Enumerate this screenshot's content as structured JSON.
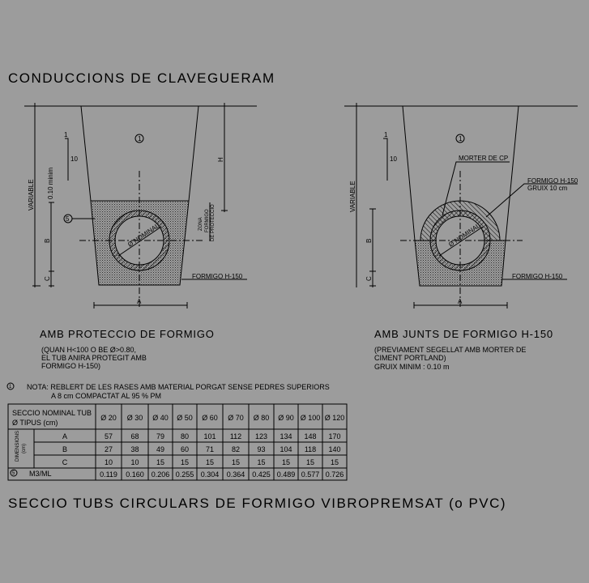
{
  "title": "CONDUCCIONS DE CLAVEGUERAM",
  "footer_title": "SECCIO TUBS CIRCULARS DE FORMIGO VIBROPREMSAT (o PVC)",
  "left_detail": {
    "heading": "AMB PROTECCIO DE FORMIGO",
    "notes": [
      "(QUAN H<100 O BE  Ø>0.80,",
      "EL TUB ANIRA PROTEGIT AMB",
      "FORMIGO H-150)"
    ],
    "labels": {
      "variable": "VARIABLE",
      "min": "0.10 minim",
      "slope_1": "1",
      "slope_10": "10",
      "fill_mark": "1",
      "concrete_mark": "5",
      "h": "H",
      "b": "B",
      "c": "C",
      "a": "A",
      "diameter": "Ø NOMINAL",
      "zone_1": "ZONA",
      "zone_2": "FORMIGO",
      "zone_3": "DE PROTECCIO",
      "concrete": "FORMIGO H-150"
    }
  },
  "right_detail": {
    "heading": "AMB JUNTS DE FORMIGO H-150",
    "notes": [
      "(PREVIAMENT SEGELLAT AMB MORTER DE",
      "CIMENT PORTLAND)",
      "GRUIX MINIM : 0.10 m"
    ],
    "labels": {
      "variable": "VARIABLE",
      "slope_1": "1",
      "slope_10": "10",
      "fill_mark": "1",
      "mortar": "MORTER DE CP",
      "joint_1": "FORMIGO H-150",
      "joint_2": "GRUIX 10 cm",
      "b": "B",
      "c": "C",
      "a": "A",
      "diameter": "Ø NOMINAL",
      "concrete": "FORMIGO H-150"
    }
  },
  "note": {
    "mark": "1",
    "line1": "NOTA: REBLERT DE LES RASES AMB MATERIAL PORGAT SENSE PEDRES SUPERIORS",
    "line2": "A 8 cm COMPACTAT AL 95 % PM"
  },
  "table": {
    "header_1": "SECCIO NOMINAL TUB",
    "header_2": "Ø TIPUS (cm)",
    "group_label_1": "DIMENSIONS",
    "group_label_2": "(cm)",
    "columns": [
      "Ø 20",
      "Ø 30",
      "Ø 40",
      "Ø 50",
      "Ø 60",
      "Ø 70",
      "Ø 80",
      "Ø 90",
      "Ø 100",
      "Ø 120"
    ],
    "rows": [
      {
        "label": "A",
        "values": [
          "57",
          "68",
          "79",
          "80",
          "101",
          "112",
          "123",
          "134",
          "148",
          "170"
        ]
      },
      {
        "label": "B",
        "values": [
          "27",
          "38",
          "49",
          "60",
          "71",
          "82",
          "93",
          "104",
          "118",
          "140"
        ]
      },
      {
        "label": "C",
        "values": [
          "10",
          "10",
          "15",
          "15",
          "15",
          "15",
          "15",
          "15",
          "15",
          "15"
        ]
      }
    ],
    "volume_mark": "5",
    "volume_label": "M3/ML",
    "volume_values": [
      "0.119",
      "0.160",
      "0.206",
      "0.255",
      "0.304",
      "0.364",
      "0.425",
      "0.489",
      "0.577",
      "0.726"
    ]
  }
}
